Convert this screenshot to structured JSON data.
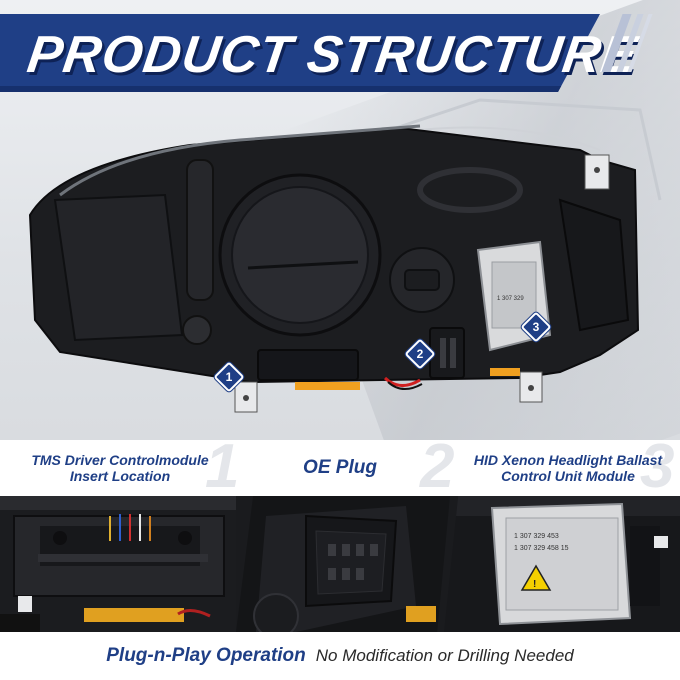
{
  "header": {
    "title": "PRODUCT STRUCTURE"
  },
  "callouts": [
    {
      "number": "1",
      "label": "TMS Driver Controlmodule Insert Location",
      "line1": "TMS Driver Controlmodule",
      "line2": "Insert Location"
    },
    {
      "number": "2",
      "label": "OE Plug"
    },
    {
      "number": "3",
      "label": "HID Xenon Headlight Ballast Control Unit Module",
      "line1": "HID Xenon Headlight Ballast",
      "line2": "Control Unit Module"
    }
  ],
  "ballast_text": {
    "line1": "1 307 329 453",
    "line2": "1 307 329 458 15"
  },
  "footer": {
    "highlight": "Plug-n-Play Operation",
    "note": "No Modification or Drilling Needed"
  },
  "colors": {
    "brand_blue": "#1f3f86",
    "housing_black": "#1c1d20",
    "amber": "#f0a020"
  }
}
